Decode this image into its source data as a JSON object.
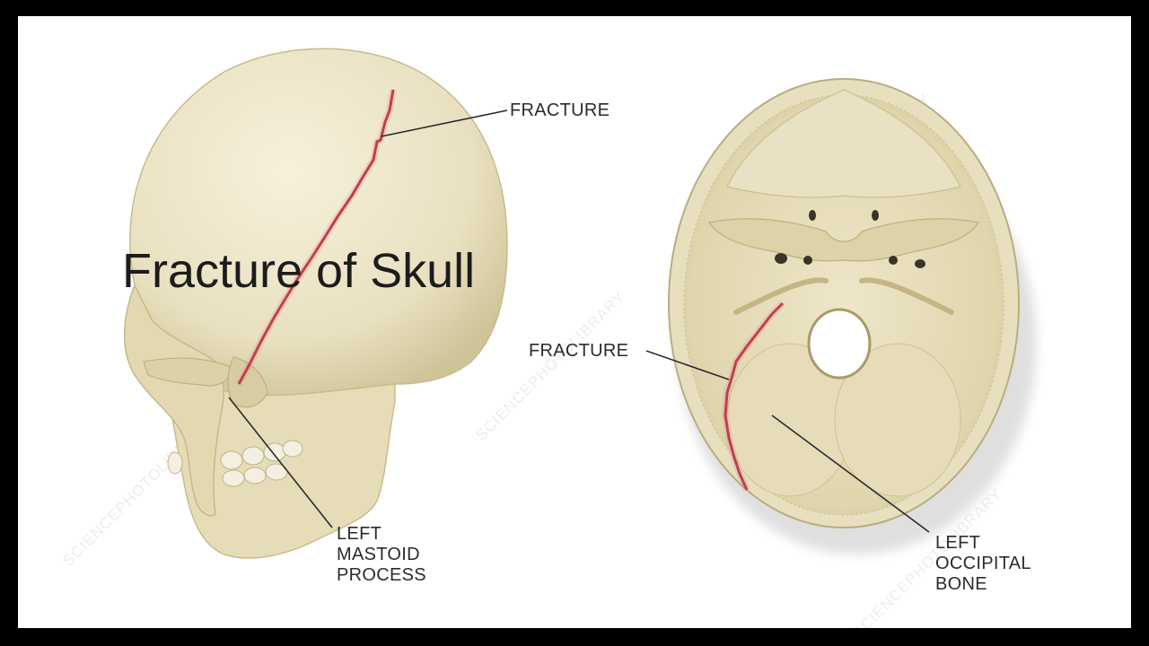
{
  "slide": {
    "title": "Fracture of Skull"
  },
  "left_figure": {
    "label_fracture": "FRACTURE",
    "label_mastoid": [
      "LEFT",
      "MASTOID",
      "PROCESS"
    ]
  },
  "right_figure": {
    "label_fracture": "FRACTURE",
    "label_occipital": [
      "LEFT",
      "OCCIPITAL",
      "BONE"
    ]
  },
  "watermark": "SCIENCEPHOTOLIBRARY",
  "colors": {
    "frame": "#000000",
    "background": "#ffffff",
    "bone": "#efe8cf",
    "bone_shadow": "#d3c8a3",
    "fracture_line": "#b3263a",
    "leader_line": "#2b2b2b"
  }
}
